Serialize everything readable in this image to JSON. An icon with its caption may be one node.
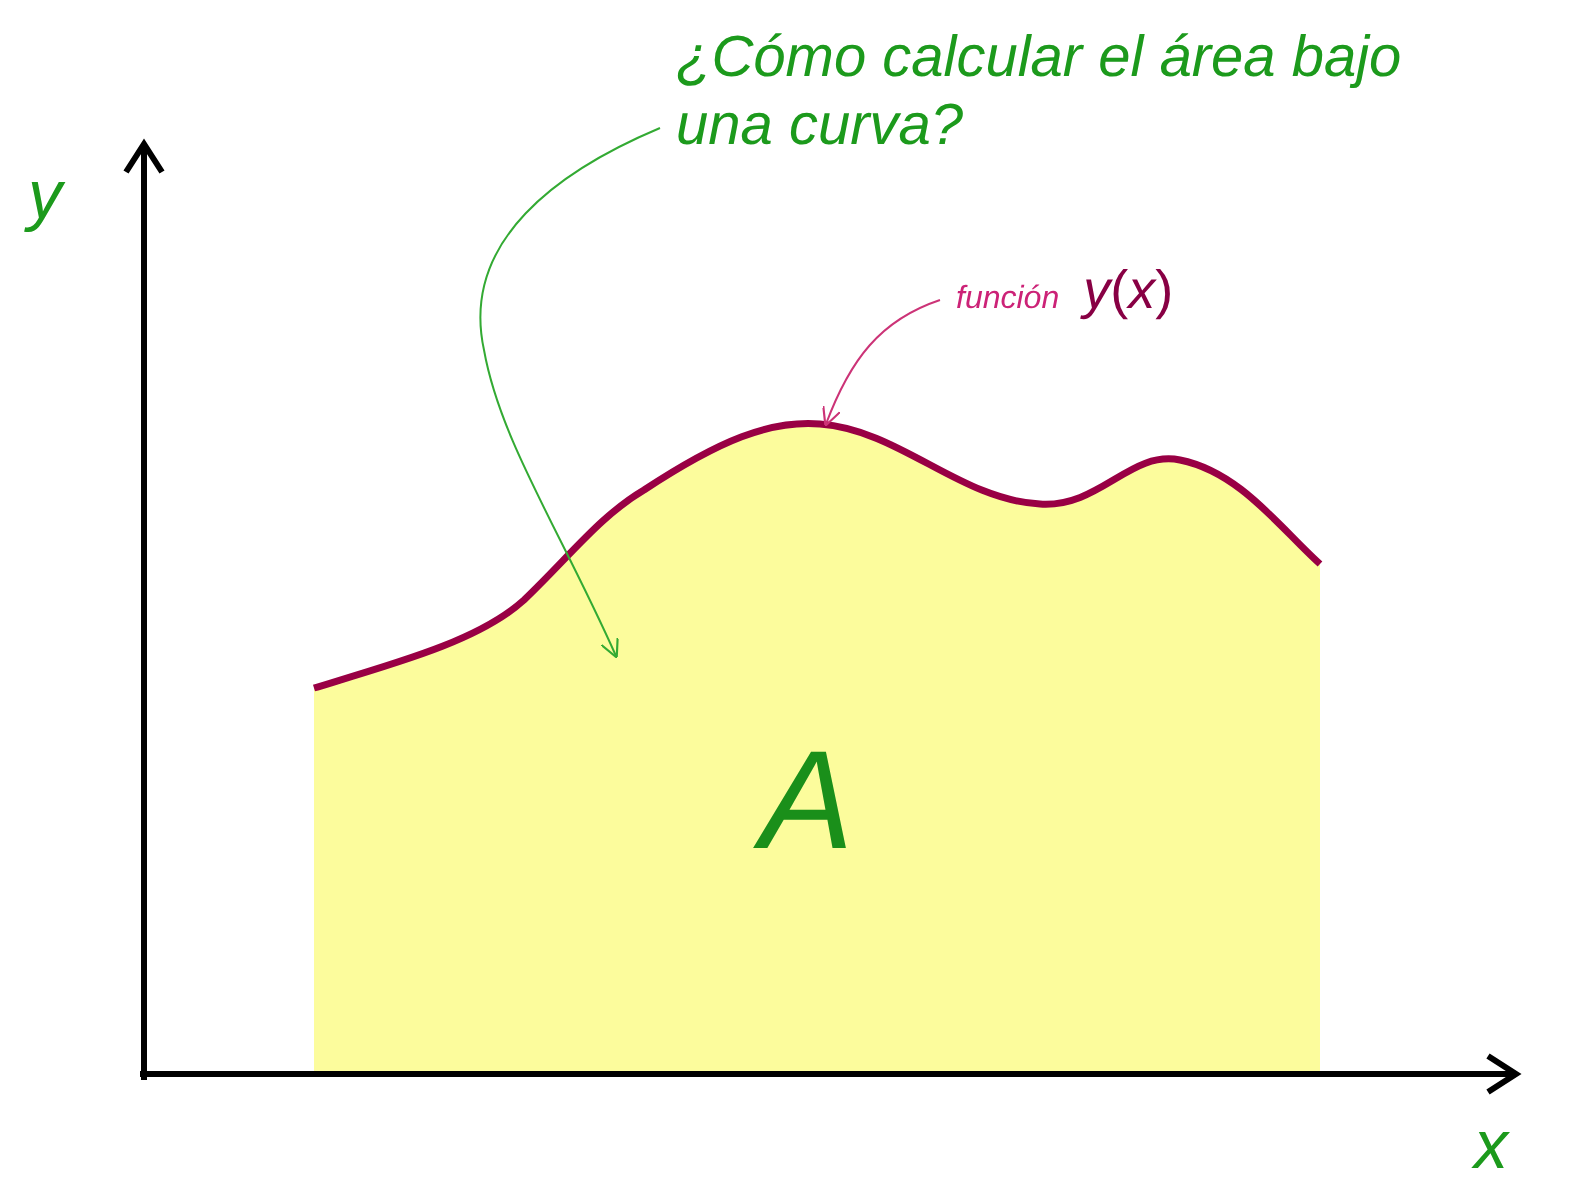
{
  "diagram": {
    "nodes": [
      {
        "text": [
          "¿Cómo calcular el área bajo una curva?"
        ]
      },
      {
        "text": [
          "A"
        ]
      },
      {
        "text": [
          "función",
          "*y*(*x*)"
        ]
      },
      {
        "text": [],
        "shape": "curve",
        "in": 1
      }
    ],
    "edges": [
      {
        "from": 0,
        "to": 1,
        "arrow": "to",
        "color": "#33aa33"
      },
      {
        "from": 2,
        "to": 3,
        "arrow": "to",
        "color": "#cc3377"
      }
    ],
    "labels": [
      "y",
      "x"
    ]
  }
}
